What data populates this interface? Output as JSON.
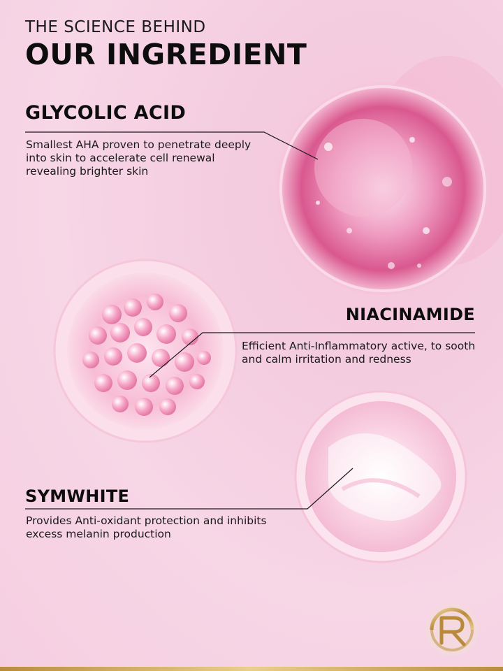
{
  "header": {
    "kicker": "THE SCIENCE BEHIND",
    "headline": "OUR INGREDIENT"
  },
  "ingredients": [
    {
      "name": "GLYCOLIC ACID",
      "description": "Smallest AHA proven to penetrate deeply into skin to accelerate cell renewal revealing brighter skin"
    },
    {
      "name": "NIACINAMIDE",
      "description": "Efficient Anti-Inflammatory active, to sooth and calm irritation and redness"
    },
    {
      "name": "SYMWHITE",
      "description": "Provides Anti-oxidant protection and inhibits excess melanin production"
    }
  ],
  "colors": {
    "background": "#f5cfe1",
    "accent_pink": "#e0629a",
    "logo_gold": "#c9a35c"
  },
  "icons": {
    "logo": "brand-monogram-icon"
  }
}
